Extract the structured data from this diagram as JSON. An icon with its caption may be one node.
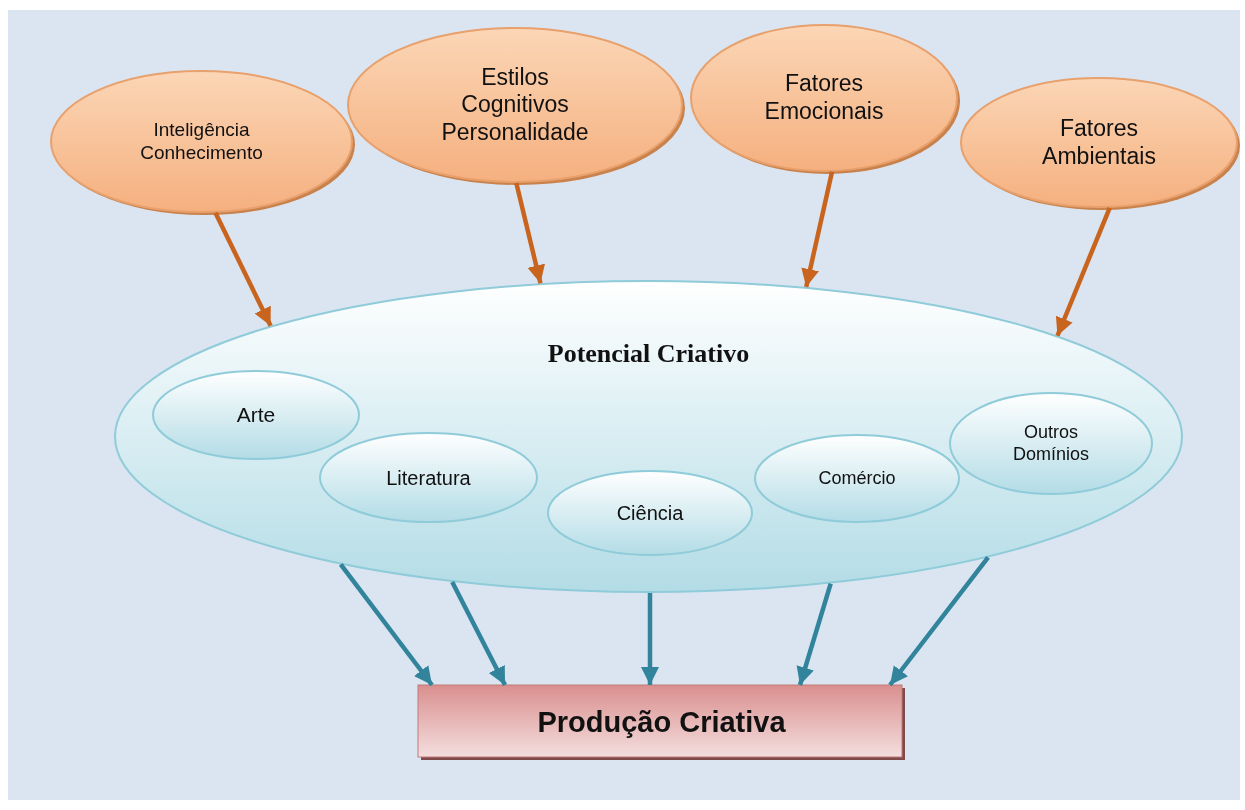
{
  "diagram": {
    "nodes": [
      {
        "text": [
          "Inteligência Conhecimento"
        ]
      },
      {
        "text": [
          "Estilos Cognitivos Personalidade"
        ]
      },
      {
        "text": [
          "Fatores Emocionais"
        ]
      },
      {
        "text": [
          "Fatores Ambientais"
        ]
      },
      {
        "text": [
          "Potencial Criativo"
        ]
      },
      {
        "text": [
          "Arte"
        ],
        "in": 4
      },
      {
        "text": [
          "Literatura"
        ],
        "in": 4
      },
      {
        "text": [
          "Ciência"
        ],
        "in": 4
      },
      {
        "text": [
          "Comércio"
        ],
        "in": 4
      },
      {
        "text": [
          "Outros Domínios"
        ],
        "in": 4
      },
      {
        "text": [
          "Produção Criativa"
        ]
      }
    ],
    "edges": [
      {
        "from": 0,
        "to": 4,
        "arrow": "to",
        "color": "#c8641e"
      },
      {
        "from": 1,
        "to": 4,
        "arrow": "to",
        "color": "#c8641e"
      },
      {
        "from": 2,
        "to": 4,
        "arrow": "to",
        "color": "#c8641e"
      },
      {
        "from": 3,
        "to": 4,
        "arrow": "to",
        "color": "#c8641e"
      },
      {
        "from": 4,
        "to": 10,
        "arrow": "to"
      },
      {
        "from": 4,
        "to": 10,
        "arrow": "to"
      },
      {
        "from": 4,
        "to": 10,
        "arrow": "to"
      },
      {
        "from": 4,
        "to": 10,
        "arrow": "to"
      },
      {
        "from": 4,
        "to": 10,
        "arrow": "to"
      }
    ]
  }
}
